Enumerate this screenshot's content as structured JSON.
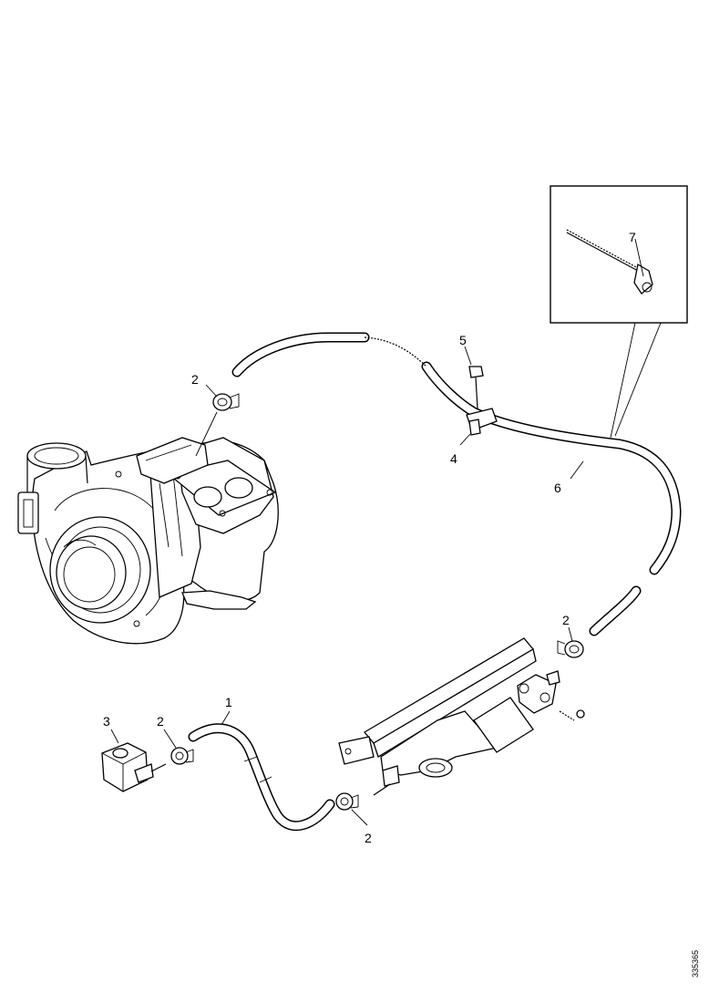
{
  "callouts": {
    "c1": "1",
    "c2a": "2",
    "c2b": "2",
    "c2c": "2",
    "c2d": "2",
    "c3": "3",
    "c4": "4",
    "c5": "5",
    "c6": "6",
    "c7": "7"
  },
  "reference_code": "335365"
}
